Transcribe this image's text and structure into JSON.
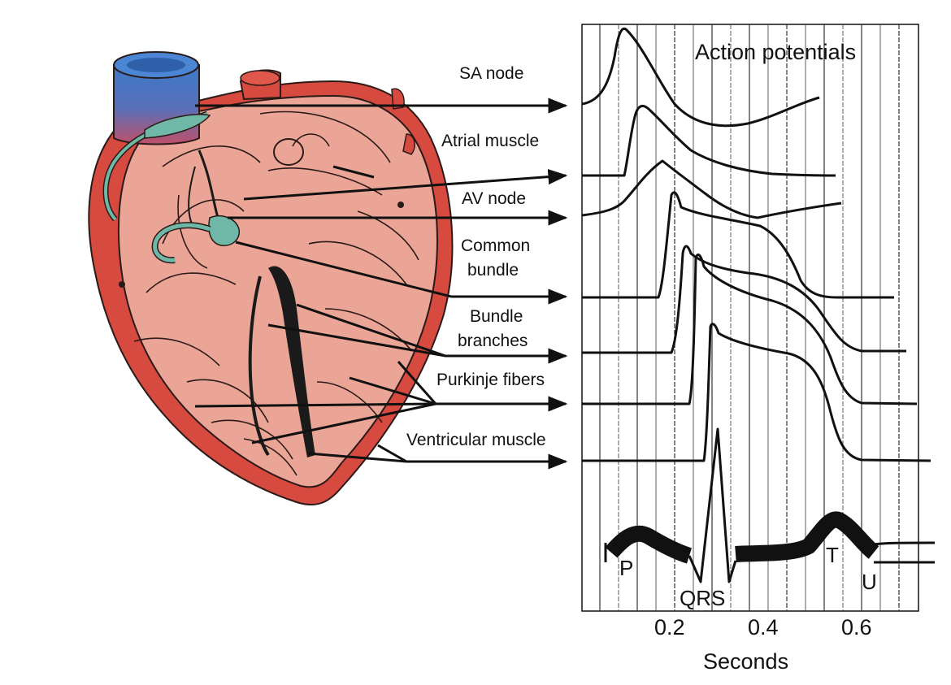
{
  "labels": {
    "sa_node": "SA node",
    "atrial_muscle": "Atrial muscle",
    "av_node": "AV node",
    "common_bundle_1": "Common",
    "common_bundle_2": "bundle",
    "bundle_branches_1": "Bundle",
    "bundle_branches_2": "branches",
    "purkinje_fibers": "Purkinje fibers",
    "ventricular_muscle": "Ventricular muscle"
  },
  "chart": {
    "title": "Action potentials",
    "xlabel": "Seconds",
    "ticks": [
      "0.2",
      "0.4",
      "0.6"
    ],
    "ecg_waves": {
      "p": "P",
      "qrs": "QRS",
      "t": "T",
      "u": "U"
    }
  },
  "colors": {
    "heart_wall": "#d64a3f",
    "heart_interior": "#eba596",
    "vena_cava": "#3b78c8",
    "conduction_tissue": "#6fb7a6",
    "ink": "#111111"
  }
}
